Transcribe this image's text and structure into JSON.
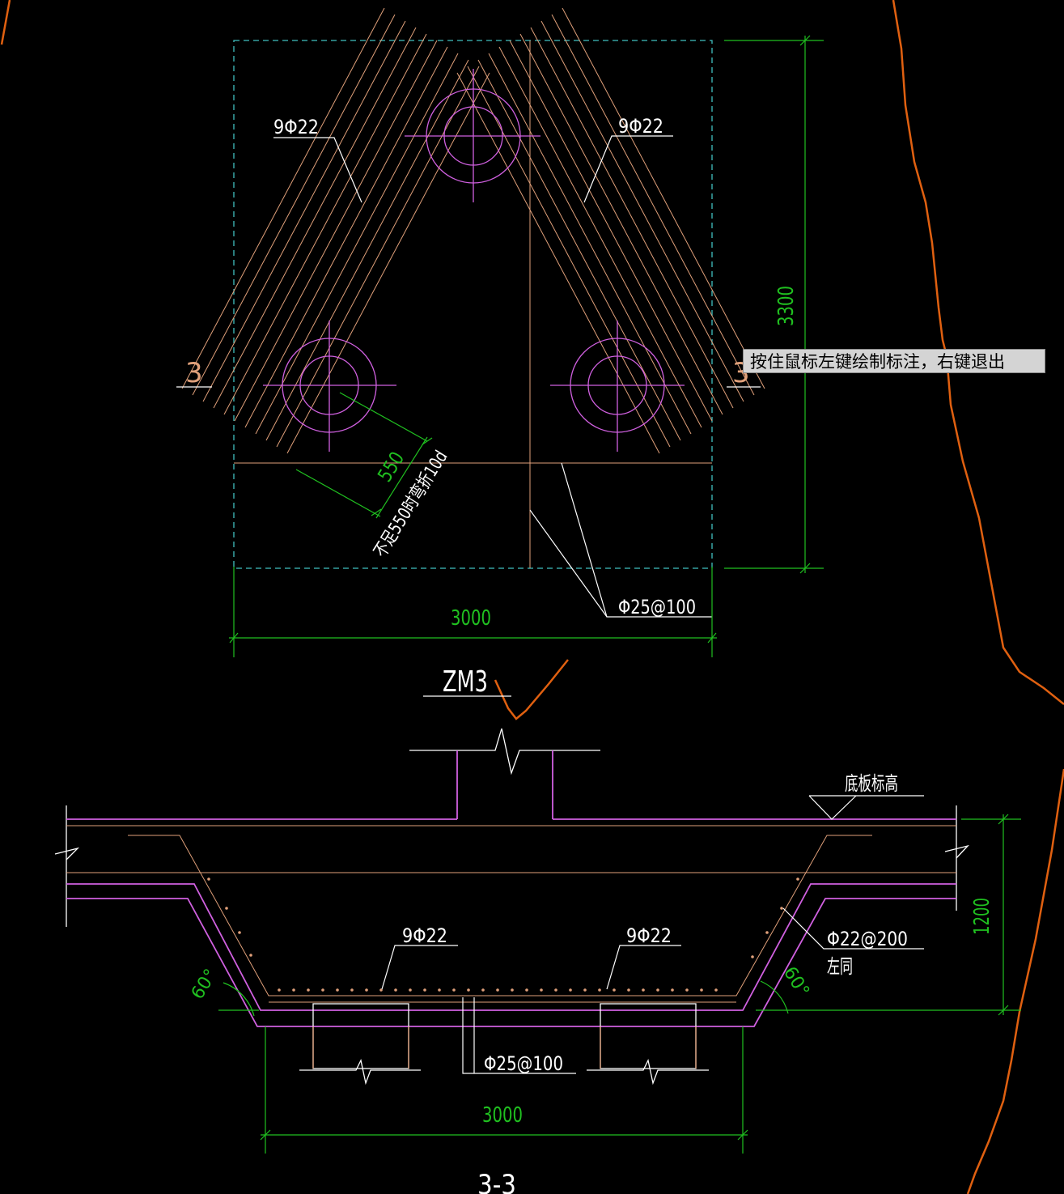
{
  "colors": {
    "background": "#000000",
    "rebar": "#e0a07a",
    "pile": "#d060e0",
    "dimension": "#20c020",
    "text": "#ffffff",
    "boundary": "#40c0c0",
    "sketch": "#e06010"
  },
  "plan": {
    "label_left_rebar": "9Φ22",
    "label_right_rebar": "9Φ22",
    "section_mark_left": "3",
    "section_mark_right": "3",
    "dim_width": "3000",
    "dim_height": "3300",
    "dim_anchor": "550",
    "anchor_note": "不足550时弯折10d",
    "bottom_rebar": "Φ25@100",
    "title": "ZM3"
  },
  "section": {
    "elevation_label": "底板标高",
    "rebar_left": "9Φ22",
    "rebar_right": "9Φ22",
    "side_rebar": "Φ22@200",
    "side_note": "左同",
    "angle_left": "60°",
    "angle_right": "60°",
    "dim_depth": "1200",
    "bottom_rebar": "Φ25@100",
    "dim_width": "3000",
    "title": "3-3"
  },
  "tooltip": {
    "text": "按住鼠标左键绘制标注，右键退出"
  }
}
